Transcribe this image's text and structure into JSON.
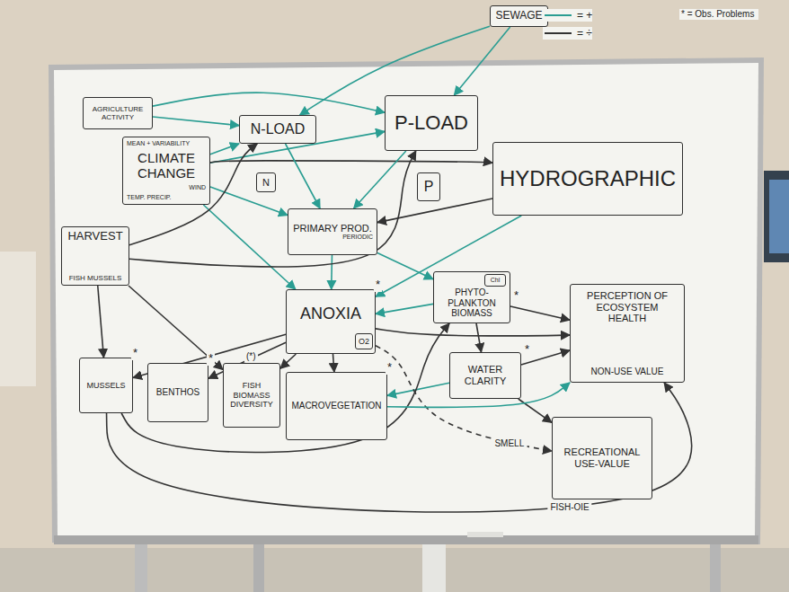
{
  "diagram": {
    "nodes": [
      {
        "text": [
          "AGRICULTURE ACTIVITY"
        ]
      },
      {
        "text": [
          "SEWAGE"
        ]
      },
      {
        "text": [
          "N-LOAD"
        ]
      },
      {
        "text": [
          "P-LOAD"
        ]
      },
      {
        "text": [
          "MEAN + VARIABILITY",
          "CLIMATE CHANGE",
          "WIND",
          "TEMP. PRECIP."
        ]
      },
      {
        "text": [
          "HYDROGRAPHIC"
        ]
      },
      {
        "text": [
          "N"
        ]
      },
      {
        "text": [
          "P"
        ]
      },
      {
        "text": [
          "PRIMARY PROD.",
          "PERIODIC"
        ]
      },
      {
        "text": [
          "HARVEST",
          "FISH MUSSELS"
        ]
      },
      {
        "text": [
          "ANOXIA"
        ]
      },
      {
        "text": [
          "O2"
        ],
        "in": 10
      },
      {
        "text": [
          "PHYTO-PLANKTON BIOMASS"
        ]
      },
      {
        "text": [
          "Chl"
        ],
        "in": 12
      },
      {
        "text": [
          "PERCEPTION OF ECOSYSTEM HEALTH",
          "NON-USE VALUE"
        ]
      },
      {
        "text": [
          "MUSSELS"
        ]
      },
      {
        "text": [
          "BENTHOS"
        ]
      },
      {
        "text": [
          "FISH BIOMASS DIVERSITY"
        ]
      },
      {
        "text": [
          "MACROVEGETATION"
        ]
      },
      {
        "text": [
          "WATER CLARITY"
        ]
      },
      {
        "text": [
          "RECREATIONAL USE-VALUE"
        ]
      }
    ],
    "edges": [
      {
        "from": 0,
        "to": 2,
        "arrow": "to"
      },
      {
        "from": 0,
        "to": 3,
        "arrow": "to"
      },
      {
        "from": 1,
        "to": 2,
        "arrow": "to"
      },
      {
        "from": 1,
        "to": 3,
        "arrow": "to"
      },
      {
        "from": 4,
        "to": 2,
        "arrow": "to"
      },
      {
        "from": 4,
        "to": 3,
        "arrow": "to"
      },
      {
        "from": 4,
        "to": 5,
        "arrow": "to"
      },
      {
        "from": 4,
        "to": 8,
        "arrow": "to"
      },
      {
        "from": 4,
        "to": 10,
        "arrow": "to"
      },
      {
        "from": 2,
        "to": 8,
        "arrow": "to"
      },
      {
        "from": 3,
        "to": 8,
        "arrow": "to"
      },
      {
        "from": 5,
        "to": 8,
        "arrow": "to"
      },
      {
        "from": 5,
        "to": 10,
        "arrow": "to"
      },
      {
        "from": 8,
        "to": 12,
        "arrow": "to"
      },
      {
        "from": 8,
        "to": 10,
        "arrow": "to"
      },
      {
        "from": 9,
        "to": 2,
        "arrow": "to"
      },
      {
        "from": 9,
        "to": 3,
        "arrow": "to"
      },
      {
        "from": 9,
        "to": 15,
        "arrow": "to"
      },
      {
        "from": 9,
        "to": 17,
        "arrow": "to"
      },
      {
        "from": 12,
        "to": 10,
        "arrow": "to"
      },
      {
        "from": 12,
        "to": 14,
        "arrow": "to"
      },
      {
        "from": 12,
        "to": 19,
        "arrow": "to"
      },
      {
        "from": 19,
        "to": 14,
        "arrow": "to"
      },
      {
        "from": 19,
        "to": 20,
        "arrow": "to"
      },
      {
        "from": 19,
        "to": 18,
        "arrow": "to"
      },
      {
        "from": 10,
        "to": 15,
        "arrow": "to"
      },
      {
        "from": 10,
        "to": 16,
        "arrow": "to"
      },
      {
        "from": 10,
        "to": 17,
        "arrow": "to"
      },
      {
        "from": 10,
        "to": 18,
        "arrow": "to"
      },
      {
        "from": 10,
        "to": 14,
        "arrow": "to"
      },
      {
        "from": 10,
        "to": 20,
        "arrow": "to",
        "label": "SMELL"
      },
      {
        "from": 15,
        "to": 14,
        "arrow": "to",
        "label": "FISH-OIE"
      },
      {
        "from": 15,
        "to": 12,
        "arrow": "to"
      },
      {
        "from": 18,
        "to": 14,
        "arrow": "to"
      }
    ],
    "labels": [
      "* = Obs. Problems",
      "*",
      "*",
      "*",
      "*",
      "(*)",
      "*",
      "*"
    ],
    "legend": [
      {
        "text": "= +"
      },
      {
        "text": "= ÷"
      }
    ]
  }
}
